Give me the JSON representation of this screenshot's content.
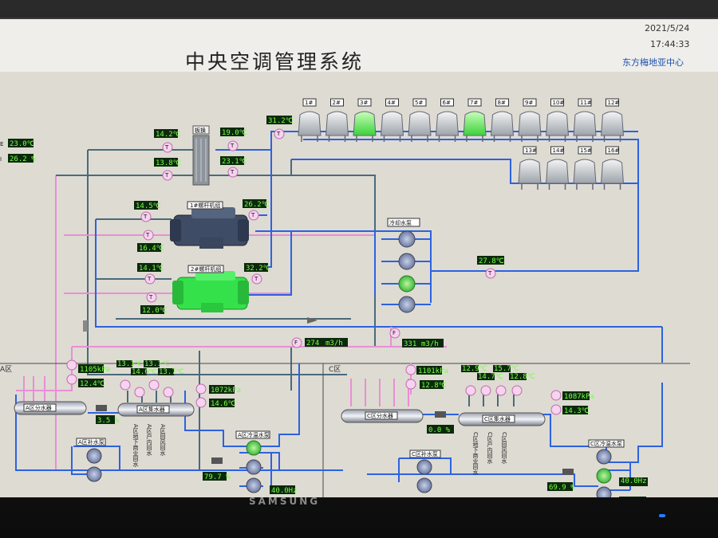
{
  "header": {
    "title": "中央空调管理系统",
    "date": "2021/5/24",
    "time": "17:44:33",
    "center": "东方梅地亚中心"
  },
  "left_edge": {
    "v1": "23.0℃",
    "v2": "26.2 %",
    "c1": "E",
    "c2": "I"
  },
  "plate": {
    "label": "板换",
    "t_in_top": "14.2℃",
    "t_in_bot": "13.8℃",
    "t_out_top": "19.0℃",
    "t_out_bot": "23.1℃"
  },
  "cooling_tower": {
    "supply_temp": "31.2℃",
    "towers_row1": [
      "1#",
      "2#",
      "3#",
      "4#",
      "5#",
      "6#",
      "7#",
      "8#",
      "9#",
      "10#",
      "11#",
      "12#"
    ],
    "towers_row2": [
      "13#",
      "14#",
      "15#",
      "16#"
    ],
    "return_temp": "27.8℃"
  },
  "chiller1": {
    "label": "1#螺杆机组",
    "t1": "14.5℃",
    "t2": "16.4℃",
    "t3": "26.2℃"
  },
  "chiller2": {
    "label": "2#螺杆机组",
    "t1": "14.1℃",
    "t2": "12.0℃",
    "t3": "32.2℃"
  },
  "cooling_pump": {
    "label": "冷却水泵"
  },
  "flow": {
    "f1": "274",
    "f2": "331",
    "unit": "m3/h"
  },
  "a_zone": {
    "name": "A区",
    "pressure1": "1105kPa",
    "temp1": "12.4℃",
    "branch": [
      "13.1℃",
      "14.6℃",
      "13.1℃",
      "13.7℃"
    ],
    "pressure2": "1072kPa",
    "temp2": "14.6℃",
    "separator": "A区分水器",
    "collector": "A区集水器",
    "valve": "3.5 %",
    "pump_label": "A区补水泵",
    "cold_pump_label": "A区冷温水泵",
    "valve2": "79.7 %",
    "freq": "40.0Hz"
  },
  "c_zone": {
    "name": "C区",
    "pressure1": "1101kPa",
    "temp1": "12.8℃",
    "branch": [
      "12.9℃",
      "14.7℃",
      "15.7℃",
      "12.8℃"
    ],
    "pressure2": "1087kPa",
    "temp2": "14.3℃",
    "separator": "C区分水器",
    "collector": "C区集水器",
    "valve": "0.0 %",
    "pump_label": "C区补水泵",
    "cold_pump_label": "C区冷温水泵",
    "valve2": "69.9 %",
    "freq": "40.0Hz",
    "branch_labels": [
      "C区地下商业回水",
      "C区户内回水",
      "C区回风回水"
    ]
  },
  "a_branch_labels": [
    "A区地下商业回水",
    "A区户内回水",
    "A区回风回水"
  ],
  "monitor": {
    "brand": "SAMSUNG"
  },
  "colors": {
    "blue_pipe": "#2d62e0",
    "pink_pipe": "#e88fd6",
    "dark_pipe": "#4a6a7a",
    "value_text": "#7cff4a",
    "value_bg": "#0b2a0b",
    "active_green": "#35e14a"
  }
}
